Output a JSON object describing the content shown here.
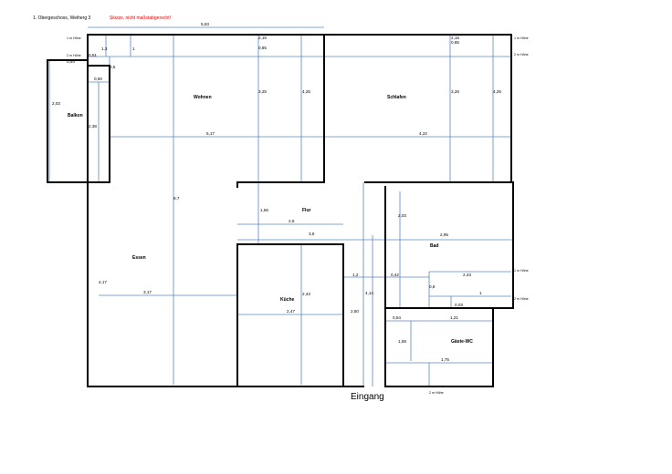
{
  "header": {
    "title": "1. Obergeschoss, Weiherg 3",
    "warning": "Skizze, nicht maßstabgerecht!",
    "warning_color": "#e00000"
  },
  "rooms": {
    "balkon": "Balkon",
    "wohnen": "Wohnen",
    "schlafen": "Schlafen",
    "flur": "Flur",
    "essen": "Essen",
    "kueche": "Küche",
    "bad": "Bad",
    "gaeste_wc": "Gäste-WC",
    "eingang": "Eingang"
  },
  "notes": {
    "h1_left": "1 m Höhe",
    "h2_left": "2 m Höhe",
    "h1_right": "1 m Höhe",
    "h2_right": "2 m Höhe",
    "bad_h1": "1 m Höhe",
    "bad_h2": "2 m Höhe",
    "wc_h2": "2 m Höhe"
  },
  "dims": {
    "d_5_63": "5,63",
    "d_1_3": "1,3",
    "d_1": "1",
    "d_0_51": "0,51",
    "d_0_94": "0,94",
    "d_0_5a": "0,5",
    "d_0_50": "0,50",
    "d_2_15a": "2,15",
    "d_0_85a": "0,85",
    "d_2_15b": "2,15",
    "d_0_85b": "0,85",
    "d_2_03a": "2,03",
    "d_2_38": "2,38",
    "d_3_25": "3,25",
    "d_4_25a": "4,25",
    "d_3_26": "3,26",
    "d_4_25b": "4,25",
    "d_5_17": "5,17",
    "d_4_22": "4,22",
    "d_8_7": "8,7",
    "d_1_56": "1,56",
    "d_2_6": "2,6",
    "d_3_8": "3,8",
    "d_2_03b": "2,03",
    "d_2_95": "2,95",
    "d_4_17": "4,17",
    "d_3_17": "3,17",
    "d_1_2": "1,2",
    "d_0_42": "0,42",
    "d_2_43a": "2,43",
    "d_0_8": "0,8",
    "d_1b": "1",
    "d_0_03": "0,03",
    "d_2_43b": "2,43",
    "d_4_14": "4,14",
    "d_2_50": "2,50",
    "d_2_47": "2,47",
    "d_0_54": "0,54",
    "d_1_21": "1,21",
    "d_1_58": "1,58",
    "d_1_75": "1,75"
  }
}
